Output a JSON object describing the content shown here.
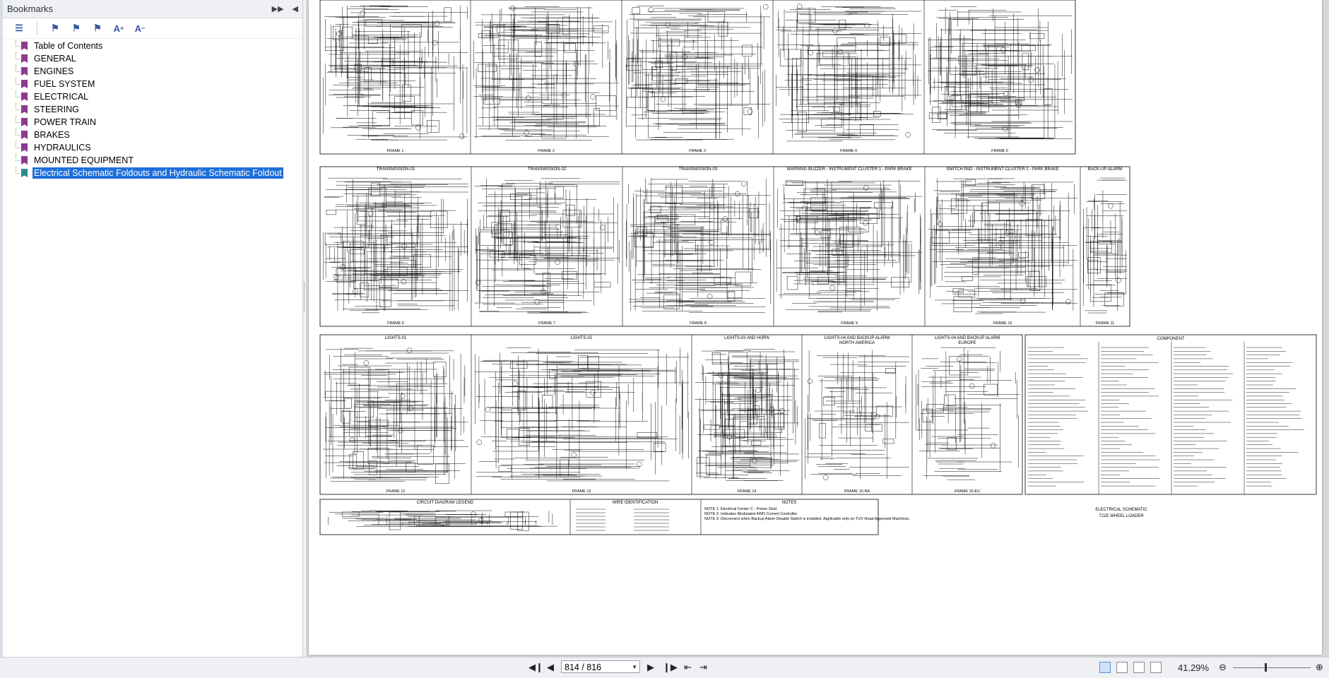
{
  "bookmarks": {
    "title": "Bookmarks",
    "items": [
      {
        "label": "Table of Contents"
      },
      {
        "label": "GENERAL"
      },
      {
        "label": "ENGINES"
      },
      {
        "label": "FUEL SYSTEM"
      },
      {
        "label": "ELECTRICAL"
      },
      {
        "label": "STEERING"
      },
      {
        "label": "POWER TRAIN"
      },
      {
        "label": "BRAKES"
      },
      {
        "label": "HYDRAULICS"
      },
      {
        "label": "MOUNTED EQUIPMENT"
      },
      {
        "label": "Electrical Schematic Foldouts and Hydraulic Schematic Foldout"
      }
    ],
    "selected_index": 10
  },
  "document": {
    "frames_row1": [
      "FRAME 1",
      "FRAME 2",
      "FRAME 3",
      "FRAME 4",
      "FRAME 5"
    ],
    "row2_headers": [
      "TRANSMISSION-01",
      "TRANSMISSION-02",
      "TRANSMISSION-03",
      "WARNING BUZZER - INSTRUMENT CLUSTER 1 - PARK BRAKE",
      "SWITCH PAD - INSTRUMENT CLUSTER 2 - PARK BRAKE",
      "BACK-UP ALARM"
    ],
    "frames_row2": [
      "FRAME 6",
      "FRAME 7",
      "FRAME 8",
      "FRAME 9",
      "FRAME 10",
      "FRAME 11"
    ],
    "row3_headers": [
      "LIGHTS-01",
      "LIGHTS-02",
      "LIGHTS-03 AND HORN",
      "LIGHTS-04 AND BACKUP ALARM",
      "LIGHTS-04 AND BACKUP ALARM"
    ],
    "row3_subheaders": [
      "NORTH AMERICA",
      "EUROPE"
    ],
    "frames_row3": [
      "FRAME 12",
      "FRAME 13",
      "FRAME 14",
      "FRAME 15-NA",
      "FRAME 15-EU"
    ],
    "component_header": "COMPONENT",
    "legend_title": "CIRCUIT DIAGRAM LEGEND",
    "wire_id_title": "WIRE IDENTIFICATION",
    "notes_title": "NOTES",
    "notes": [
      "NOTE 1: Electrical Center C - Power Stud",
      "NOTE 2: Indicates Modulated 4WD Current Controller.",
      "NOTE 3: Disconnect when Backup Alarm Disable Switch is installed. Applicable only on TUV Road Approved Machines."
    ],
    "title_line1": "ELECTRICAL SCHEMATIC",
    "title_line2": "721E WHEEL LOADER"
  },
  "status": {
    "page_display": "814 / 816",
    "zoom": "41.29%"
  },
  "colors": {
    "selection": "#1e6fd9",
    "bookmark_icon": "#8c3a8e",
    "selected_icon": "#2a8c8c"
  }
}
